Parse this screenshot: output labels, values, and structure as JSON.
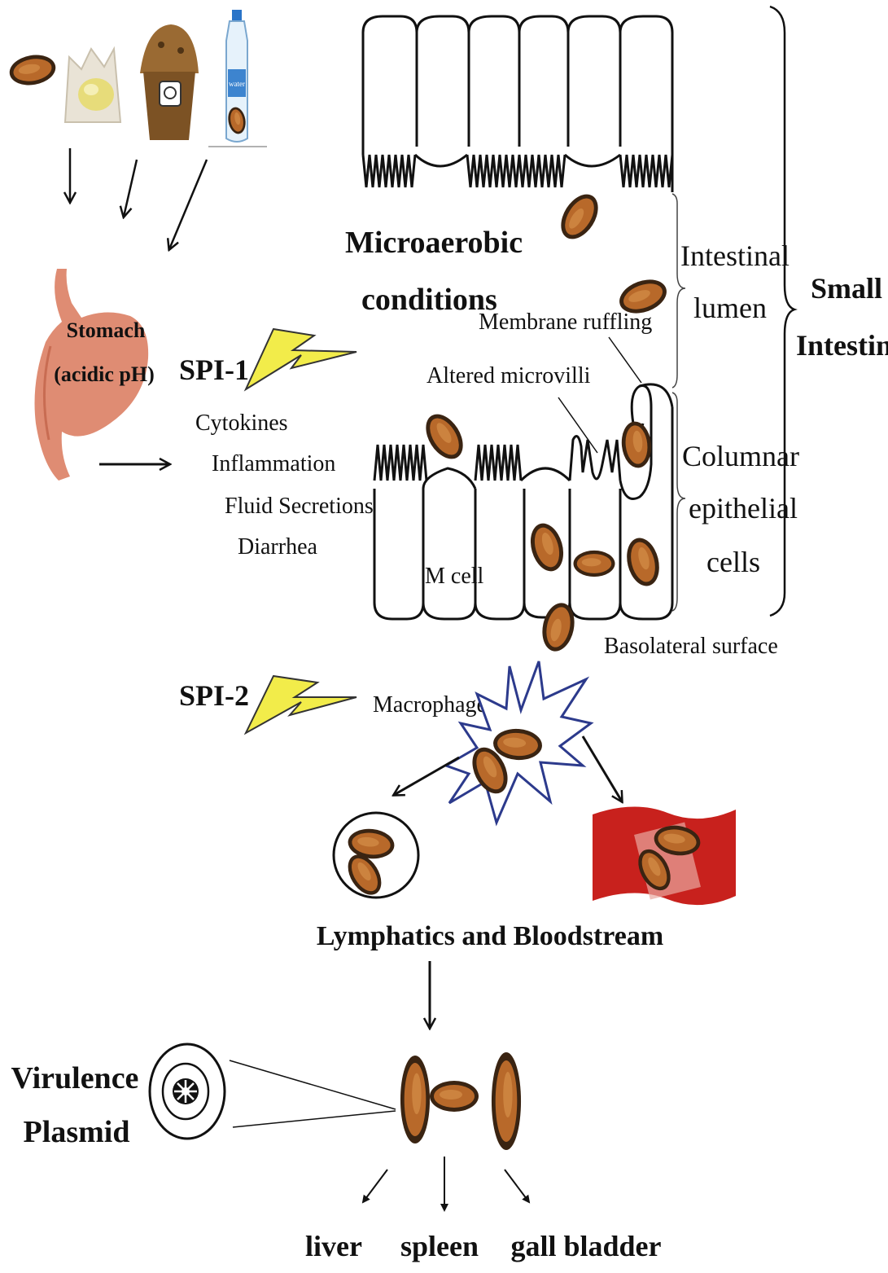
{
  "labels": {
    "microaerobic": "Microaerobic",
    "conditions": "conditions",
    "intestinal": "Intestinal",
    "lumen": "lumen",
    "small": "Small",
    "intestine": "Intestine",
    "membrane_ruffling": "Membrane ruffling",
    "altered_microvilli": "Altered microvilli",
    "columnar": "Columnar",
    "epithelial": "epithelial",
    "cells": "cells",
    "m_cell": "M cell",
    "basolateral_surface": "Basolateral surface",
    "stomach": "Stomach",
    "acidic_ph": "(acidic pH)",
    "spi1": "SPI-1",
    "spi2": "SPI-2",
    "cytokines": "Cytokines",
    "inflammation": "Inflammation",
    "fluid_secretions": "Fluid Secretions",
    "diarrhea": "Diarrhea",
    "macrophage": "Macrophage",
    "lymphatics_bloodstream": "Lymphatics and  Bloodstream",
    "virulence": "Virulence",
    "plasmid": "Plasmid",
    "liver": "liver",
    "spleen": "spleen",
    "gall_bladder": "gall bladder",
    "water_bottle": "water"
  },
  "colors": {
    "bacterium_fill": "#b8692a",
    "bacterium_outline": "#3a2412",
    "lightning": "#f2ec4a",
    "stomach": "#d9785a",
    "blood": "#c8211d",
    "macrophage_outline": "#2c3a8c"
  }
}
